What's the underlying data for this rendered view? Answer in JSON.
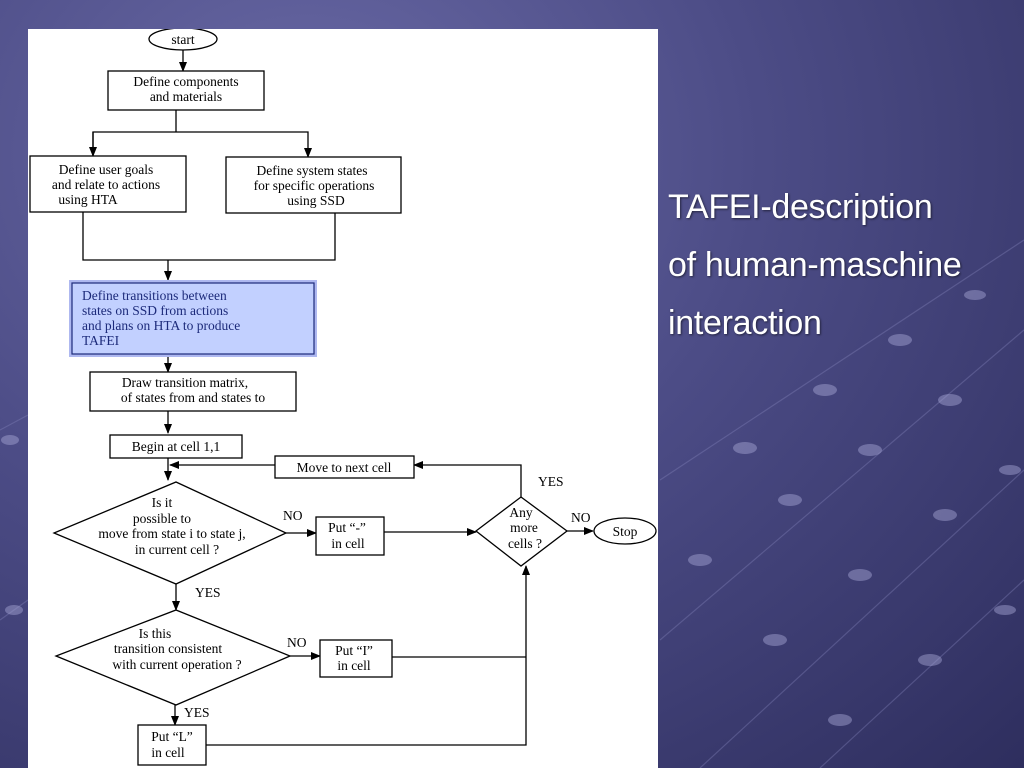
{
  "slide": {
    "title_lines": [
      "TAFEI-description",
      "of human-maschine",
      "interaction"
    ]
  },
  "colors": {
    "background": "#4c4c86",
    "highlight_fill": "#c2d0ff",
    "highlight_border": "#aeb8f0",
    "title_text": "#ffffff"
  },
  "flowchart": {
    "start": "start",
    "define_components": [
      "Define components",
      "and materials"
    ],
    "define_goals": [
      "Define user goals",
      "and relate to actions",
      "using HTA"
    ],
    "define_states": [
      "Define system states",
      "for specific operations",
      "using SSD"
    ],
    "define_transitions": [
      "Define transitions between",
      "states on SSD from actions",
      "and plans on HTA to produce",
      "TAFEI"
    ],
    "draw_matrix": [
      "Draw transition matrix,",
      "of states from and states to"
    ],
    "begin_cell": "Begin at cell 1,1",
    "move_next": "Move to next cell",
    "decision_possible": [
      "Is it",
      "possible to",
      "move from state i to state j,",
      "in current cell ?"
    ],
    "put_dash": [
      "Put “-”",
      "in cell"
    ],
    "decision_more": [
      "Any",
      "more",
      "cells ?"
    ],
    "stop": "Stop",
    "decision_consistent": [
      "Is this",
      "transition consistent",
      "with current operation ?"
    ],
    "put_i": [
      "Put “I”",
      "in cell"
    ],
    "put_l": [
      "Put “L”",
      "in cell"
    ],
    "labels": {
      "no_1": "NO",
      "no_2": "NO",
      "no_3": "NO",
      "yes_1": "YES",
      "yes_2": "YES",
      "yes_3": "YES"
    }
  }
}
